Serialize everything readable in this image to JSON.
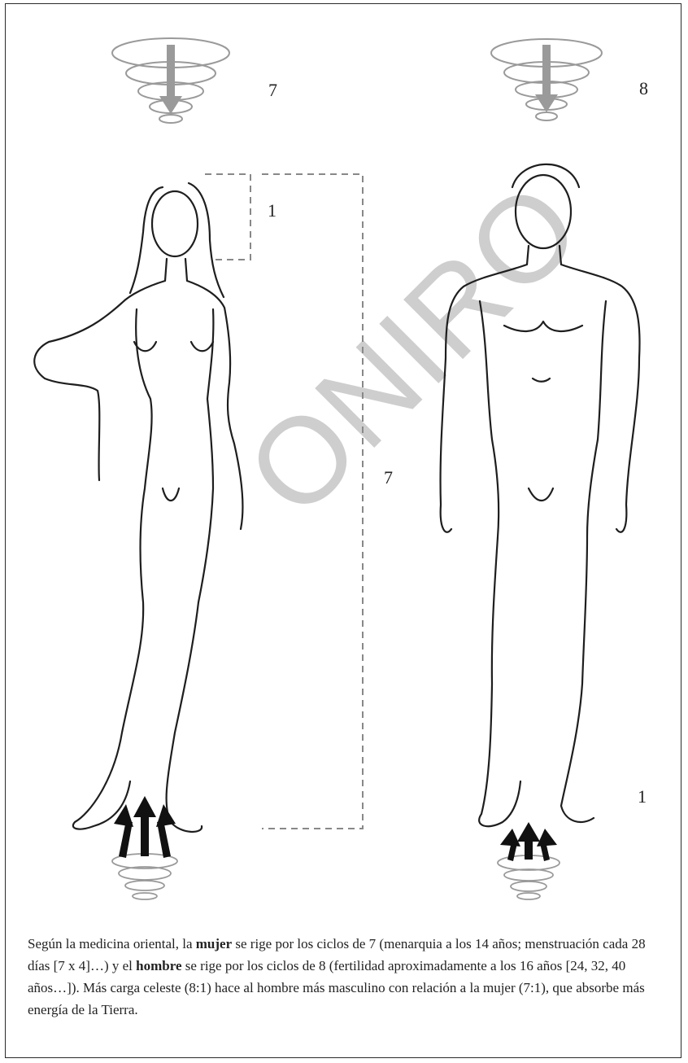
{
  "page": {
    "cycle_female": "7",
    "cycle_male": "8",
    "head_ratio_female": "1",
    "body_ratio_female": "7",
    "ground_ratio_male": "1",
    "watermark": "ONIRO"
  },
  "caption": {
    "part1": "Según la medicina oriental, la ",
    "bold1": "mujer",
    "part2": " se rige por los ciclos de 7 (menarquia a los 14 años; menstruación cada 28 días [7 x 4]…) y el ",
    "bold2": "hombre",
    "part3": " se rige por los ciclos de 8 (fertilidad aproximadamente a los 16 años [24, 32, 40 años…]). Más carga celeste (8:1) hace al hombre más masculino con relación a la mujer (7:1), que absorbe más energía de la Tierra."
  },
  "colors": {
    "spiral": "#9a9a9a",
    "arrow_down": "#9a9a9a",
    "arrow_up": "#111111",
    "dash": "#888888",
    "watermark": "#c9c9c9"
  }
}
